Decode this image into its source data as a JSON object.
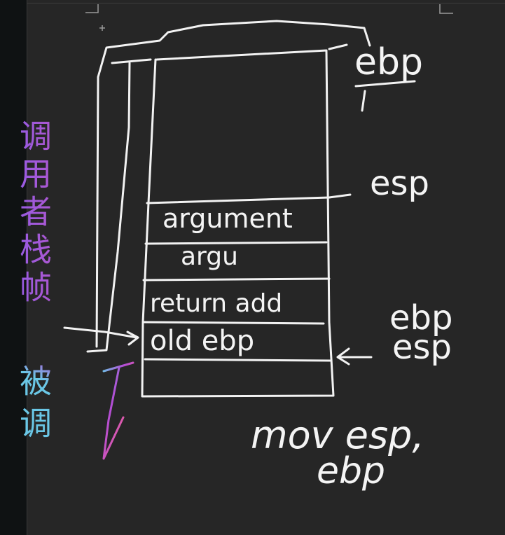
{
  "labels": {
    "ebp_top": "ebp",
    "esp_mid": "esp",
    "argument": "argument",
    "argv": "argu",
    "return_addr": "return add",
    "old_ebp": "old ebp",
    "ebp_right": "ebp",
    "esp_right": "esp",
    "mov_line1": "mov esp,",
    "mov_line2": "ebp",
    "caller_stack": "调用者栈帧",
    "callee": "被调"
  },
  "colors": {
    "background": "#262626",
    "ink": "#f2f2f2",
    "glitter_purple": "#b24dd6",
    "glitter_blue": "#6ac7e6",
    "glitter_pink": "#e05aa8"
  }
}
